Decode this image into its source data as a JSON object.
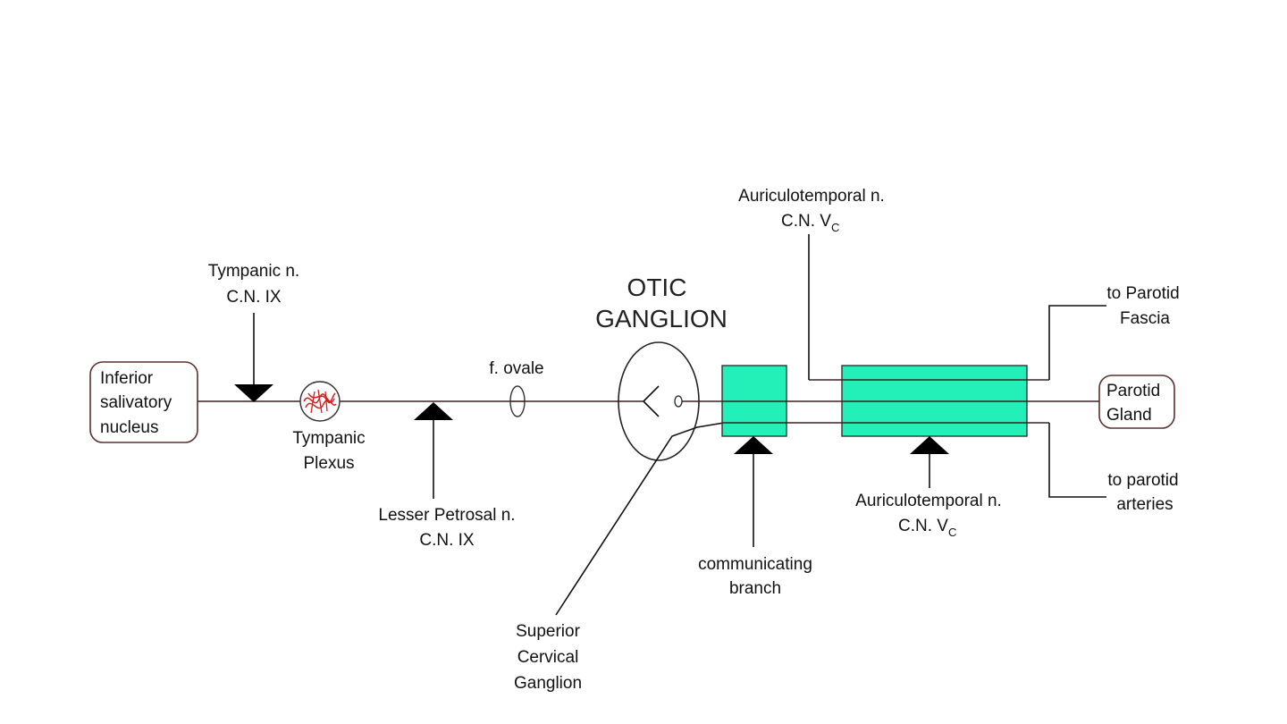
{
  "nodes": {
    "inferior_salivatory_nucleus": {
      "lines": [
        "Inferior",
        "salivatory",
        "nucleus"
      ]
    },
    "tympanic_plexus": {
      "lines": [
        "Tympanic",
        "Plexus"
      ]
    },
    "parotid_gland": {
      "lines": [
        "Parotid",
        "Gland"
      ]
    },
    "otic_ganglion": {
      "lines": [
        "OTIC",
        "GANGLION"
      ]
    }
  },
  "labels": {
    "tympanic_n": {
      "line1": "Tympanic n.",
      "line2": "C.N. IX"
    },
    "lesser_petrosal_n": {
      "line1": "Lesser Petrosal n.",
      "line2": "C.N. IX"
    },
    "f_ovale": "f. ovale",
    "auriculotemporal_top": {
      "line1": "Auriculotemporal n.",
      "line2_main": "C.N. V",
      "line2_sub": "C"
    },
    "auriculotemporal_bottom": {
      "line1": "Auriculotemporal n.",
      "line2_main": "C.N. V",
      "line2_sub": "C"
    },
    "to_parotid_fascia": {
      "line1": "to Parotid",
      "line2": "Fascia"
    },
    "to_parotid_arteries": {
      "line1": "to parotid",
      "line2": "arteries"
    },
    "communicating_branch": {
      "line1": "communicating",
      "line2": "branch"
    },
    "superior_cervical_ganglion": {
      "lines": [
        "Superior",
        "Cervical",
        "Ganglion"
      ]
    }
  },
  "colors": {
    "box_fill": "#22f0b8",
    "plexus_red": "#d02020",
    "nerve_line": "#3a2020"
  }
}
